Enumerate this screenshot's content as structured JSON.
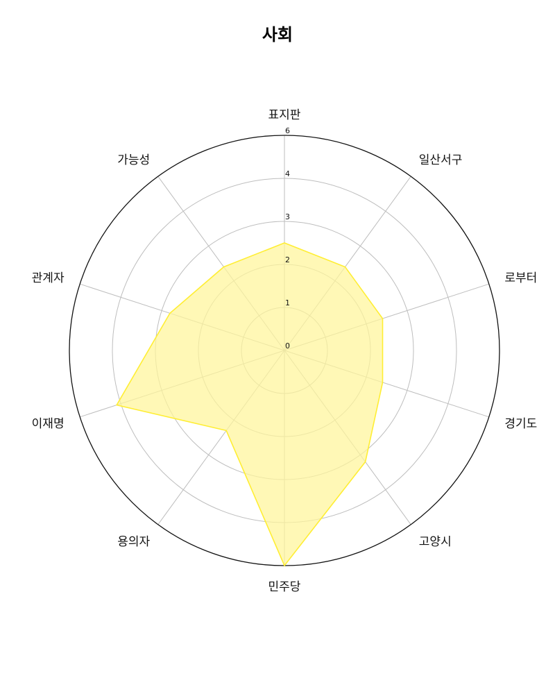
{
  "chart_data": {
    "type": "radar",
    "title": "사회",
    "categories": [
      "표지판",
      "일산서구",
      "로부터",
      "경기도",
      "고양시",
      "민주당",
      "용의자",
      "이재명",
      "관계자",
      "가능성"
    ],
    "series": [
      {
        "values": [
          2.5,
          2.4,
          2.4,
          2.4,
          3.2,
          5.0,
          2.3,
          4.1,
          2.8,
          2.4
        ]
      }
    ],
    "r_ticks": [
      0,
      1,
      2,
      3,
      4,
      6
    ],
    "rlim": [
      0,
      5
    ],
    "grid": true,
    "fill_color": "#fff59a",
    "line_color": "#ffee33"
  }
}
